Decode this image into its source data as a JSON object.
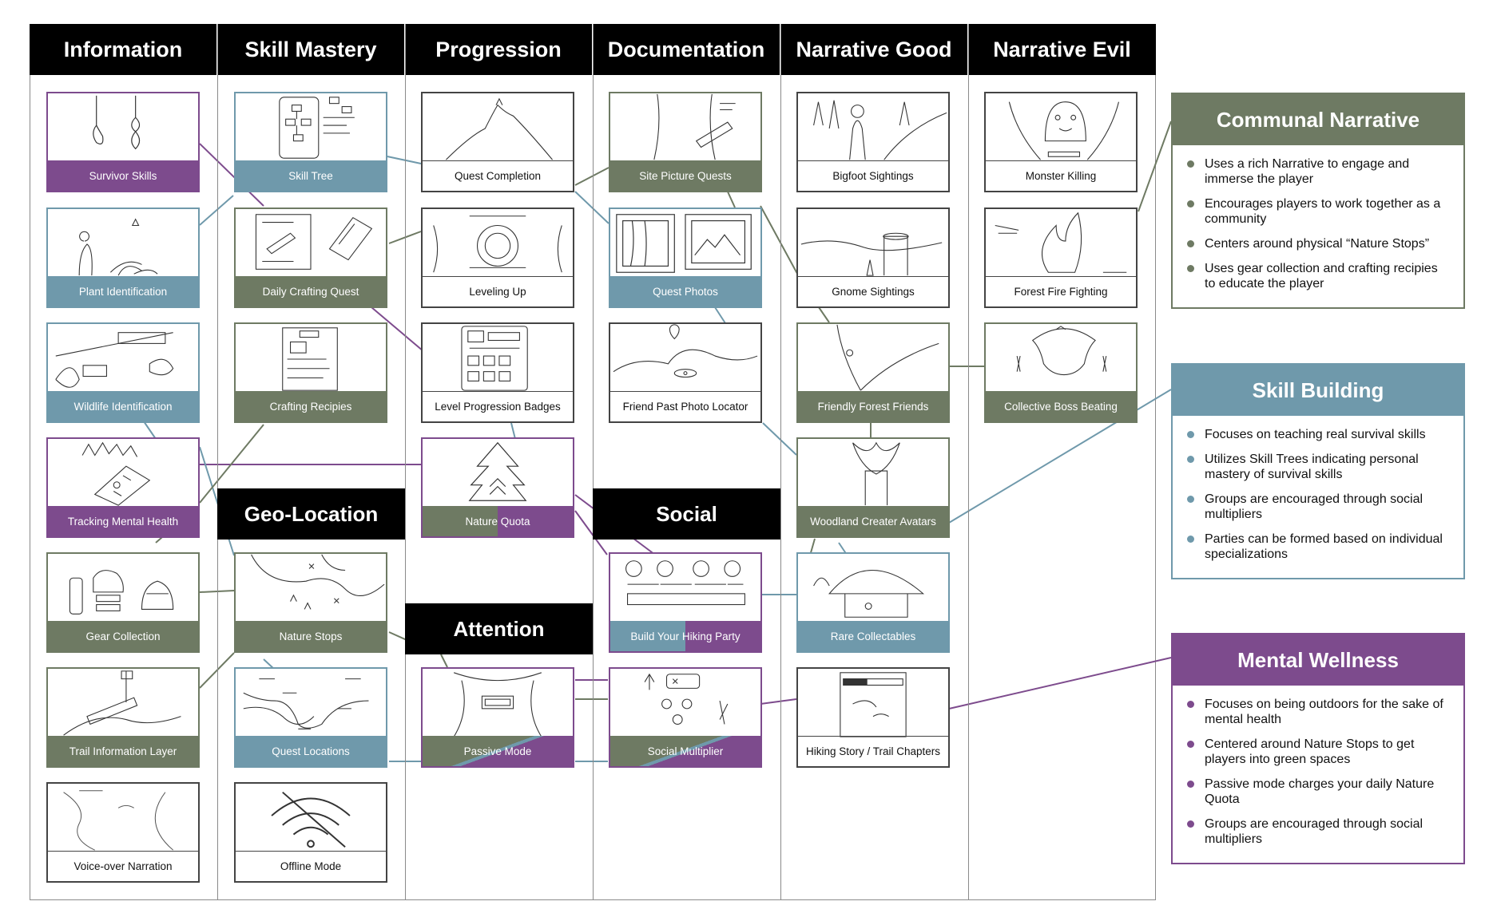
{
  "columns": [
    "Information",
    "Skill Mastery",
    "Progression",
    "Documentation",
    "Narrative Good",
    "Narrative Evil"
  ],
  "subheaders": {
    "geo_location": "Geo-Location",
    "social": "Social",
    "attention": "Attention"
  },
  "cards": {
    "survivor_skills": "Survivor Skills",
    "plant_identification": "Plant Identification",
    "wildlife_identification": "Wildlife Identification",
    "tracking_mental_health": "Tracking Mental Health",
    "gear_collection": "Gear Collection",
    "trail_information_layer": "Trail Information Layer",
    "voice_over_narration": "Voice-over Narration",
    "skill_tree": "Skill Tree",
    "daily_crafting_quest": "Daily Crafting Quest",
    "crafting_recipies": "Crafting Recipies",
    "nature_stops": "Nature Stops",
    "quest_locations": "Quest Locations",
    "offline_mode": "Offline Mode",
    "quest_completion": "Quest Completion",
    "leveling_up": "Leveling Up",
    "level_progression_badges": "Level Progression Badges",
    "nature_quota": "Nature Quota",
    "passive_mode": "Passive Mode",
    "site_picture_quests": "Site Picture Quests",
    "quest_photos": "Quest Photos",
    "friend_past_photo_locator": "Friend Past Photo Locator",
    "build_your_hiking_party": "Build Your Hiking Party",
    "social_multiplier": "Social Multiplier",
    "bigfoot_sightings": "Bigfoot Sightings",
    "gnome_sightings": "Gnome Sightings",
    "friendly_forest_friends": "Friendly Forest Friends",
    "woodland_creater_avatars": "Woodland Creater Avatars",
    "rare_collectables": "Rare Collectables",
    "hiking_story": "Hiking Story / Trail Chapters",
    "monster_killing": "Monster Killing",
    "forest_fire_fighting": "Forest Fire Fighting",
    "collective_boss_beating": "Collective Boss Beating"
  },
  "panels": {
    "communal": {
      "title": "Communal Narrative",
      "color": "#6e7a63",
      "items": [
        "Uses a rich Narrative to engage and immerse the player",
        "Encourages players to work together as a community",
        "Centers around physical “Nature Stops”",
        "Uses gear collection and crafting recipies to educate the player"
      ]
    },
    "skill": {
      "title": "Skill Building",
      "color": "#6f99ab",
      "items": [
        "Focuses on teaching real survival skills",
        "Utilizes Skill Trees indicating personal mastery of survival skills",
        "Groups are encouraged through social multipliers",
        "Parties can be formed based on individual specializations"
      ]
    },
    "mental": {
      "title": "Mental Wellness",
      "color": "#7d4b8d",
      "items": [
        "Focuses on being outdoors for the sake of mental health",
        "Centered around Nature Stops to get players into green spaces",
        "Passive mode charges your daily Nature Quota",
        "Groups are encouraged through social multipliers"
      ]
    }
  },
  "colors": {
    "purple": "#7d4b8d",
    "blue": "#6f99ab",
    "green": "#6e7a63",
    "black": "#000000"
  }
}
